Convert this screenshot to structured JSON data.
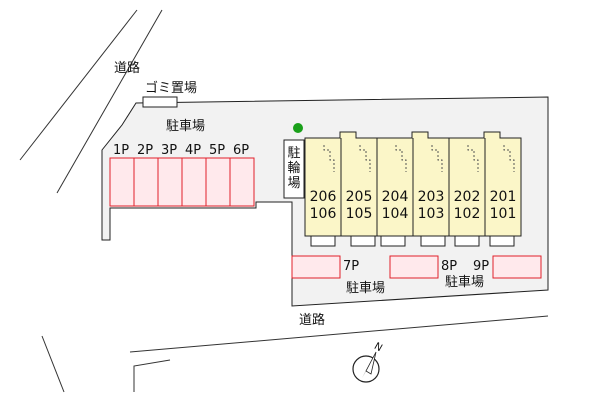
{
  "roads": {
    "north_label": "道路",
    "south_label": "道路"
  },
  "garbage_area": {
    "label": "ゴミ置場"
  },
  "parking_left": {
    "label": "駐車場",
    "spaces": [
      "1P",
      "2P",
      "3P",
      "4P",
      "5P",
      "6P"
    ]
  },
  "bicycle_parking": {
    "label": "駐輪場"
  },
  "units": [
    {
      "upper": "206",
      "lower": "106"
    },
    {
      "upper": "205",
      "lower": "105"
    },
    {
      "upper": "204",
      "lower": "104"
    },
    {
      "upper": "203",
      "lower": "103"
    },
    {
      "upper": "202",
      "lower": "102"
    },
    {
      "upper": "201",
      "lower": "101"
    }
  ],
  "parking_right": {
    "label_center": "駐車場",
    "label_right": "駐車場",
    "spaces": [
      "7P",
      "8P",
      "9P"
    ]
  },
  "compass": {
    "label": "N"
  },
  "colors": {
    "building_fill": "#fbf6c8",
    "parking_border": "#e0202a",
    "parking_fill": "#ffe9ec",
    "lot_fill": "#f2f2f2",
    "tree": "#1aa01a"
  }
}
